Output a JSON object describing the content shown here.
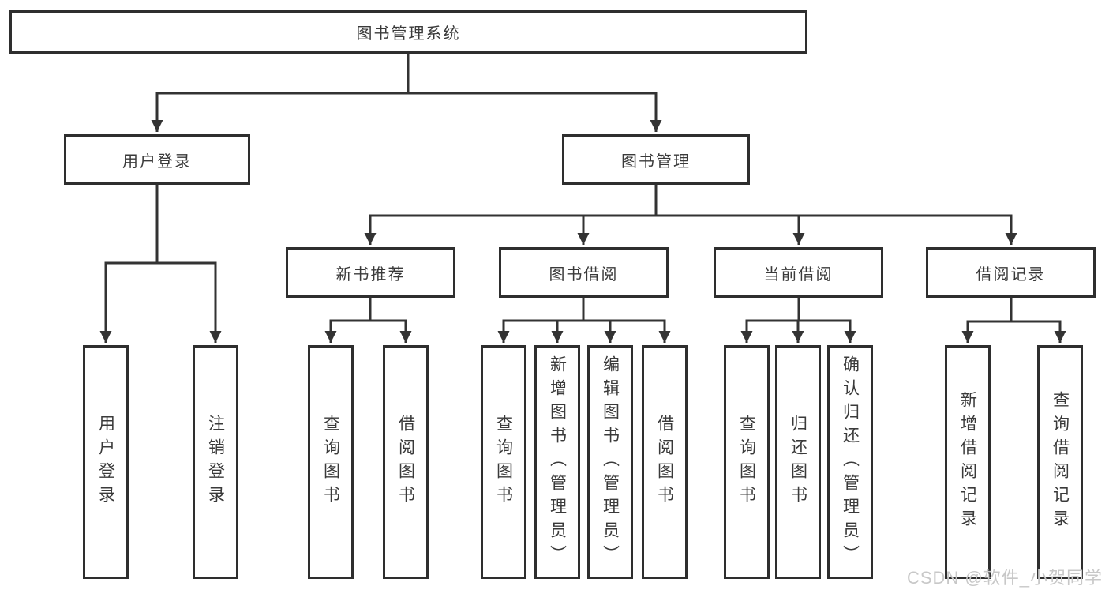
{
  "colors": {
    "line": "#333333",
    "box_border": "#2e2e2e",
    "text": "#3a3a3a",
    "watermark_text_color": "#c8c8c8",
    "background": "#ffffff"
  },
  "tree": {
    "root": {
      "label": "图书管理系统"
    },
    "user_login": {
      "label": "用户登录",
      "children": [
        {
          "label": "用户登录"
        },
        {
          "label": "注销登录"
        }
      ]
    },
    "book_management": {
      "label": "图书管理",
      "groups": [
        {
          "label": "新书推荐",
          "children": [
            {
              "label": "查询图书"
            },
            {
              "label": "借阅图书"
            }
          ]
        },
        {
          "label": "图书借阅",
          "children": [
            {
              "label": "查询图书"
            },
            {
              "label": "新增图书（管理员）"
            },
            {
              "label": "编辑图书（管理员）"
            },
            {
              "label": "借阅图书"
            }
          ]
        },
        {
          "label": "当前借阅",
          "children": [
            {
              "label": "查询图书"
            },
            {
              "label": "归还图书"
            },
            {
              "label": "确认归还（管理员）"
            }
          ]
        },
        {
          "label": "借阅记录",
          "children": [
            {
              "label": "新增借阅记录"
            },
            {
              "label": "查询借阅记录"
            }
          ]
        }
      ]
    }
  },
  "watermark": {
    "text": "CSDN @软件_小贺同学"
  }
}
